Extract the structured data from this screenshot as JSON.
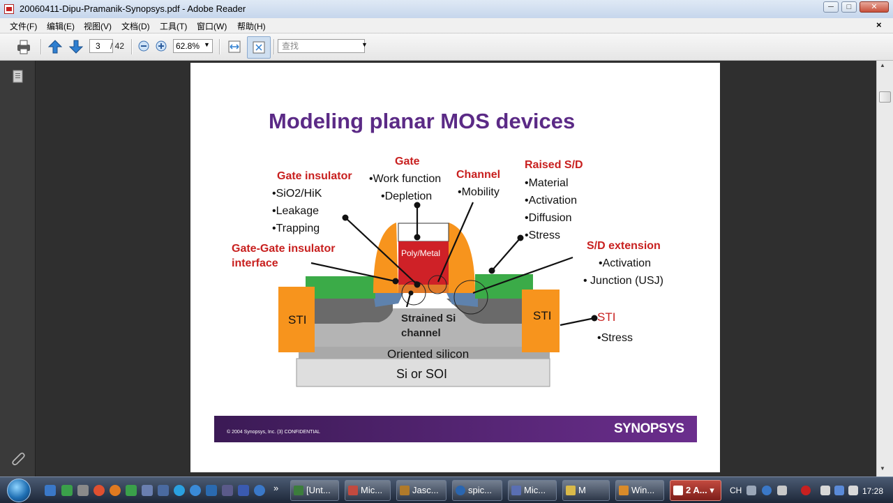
{
  "window": {
    "title": "20060411-Dipu-Pramanik-Synopsys.pdf - Adobe Reader",
    "minimize_symbol": "─",
    "maximize_symbol": "□",
    "close_symbol": "✕"
  },
  "menubar": {
    "items": [
      "文件(F)",
      "编辑(E)",
      "视图(V)",
      "文档(D)",
      "工具(T)",
      "窗口(W)",
      "帮助(H)"
    ],
    "close_symbol": "×"
  },
  "toolbar": {
    "current_page": "3",
    "page_count": "/ 42",
    "zoom": "62.8%",
    "find_placeholder": "查找",
    "icons": [
      "print-icon",
      "prev-page-icon",
      "next-page-icon",
      "zoom-out-icon",
      "zoom-in-icon",
      "fit-width-icon",
      "fit-page-icon"
    ]
  },
  "slide": {
    "title": "Modeling planar MOS devices",
    "gate_insulator": {
      "heading": "Gate insulator",
      "items": [
        "•SiO2/HiK",
        "•Leakage",
        "•Trapping"
      ]
    },
    "gate": {
      "heading": "Gate",
      "items": [
        "•Work function",
        "•Depletion"
      ]
    },
    "channel": {
      "heading": "Channel",
      "items": [
        "•Mobility"
      ]
    },
    "raised_sd": {
      "heading": "Raised S/D",
      "items": [
        "•Material",
        "•Activation",
        "•Diffusion",
        "•Stress"
      ]
    },
    "gate_interface": {
      "heading_line1": "Gate-Gate insulator",
      "heading_line2": "interface"
    },
    "sd_extension": {
      "heading": "S/D extension",
      "items": [
        "•Activation",
        "• Junction (USJ)"
      ]
    },
    "sti_callout": {
      "heading": "STI",
      "items": [
        "•Stress"
      ]
    },
    "diagram": {
      "sti_left": "STI",
      "sti_right": "STI",
      "poly_metal": "Poly/Metal",
      "strained_line1": "Strained Si",
      "strained_line2": "channel",
      "oriented": "Oriented silicon",
      "substrate": "Si or  SOI"
    },
    "footer": {
      "copyright": "© 2004 Synopsys, Inc. (3) CONFIDENTIAL",
      "logo": "SYNOPSYS"
    }
  },
  "taskbar": {
    "buttons": [
      {
        "label": "[Unt...",
        "color": "#3c7d3c"
      },
      {
        "label": "Mic...",
        "color": "#c24a3f"
      },
      {
        "label": "Jasc...",
        "color": "#b07a2a"
      },
      {
        "label": "spic...",
        "color": "#2a66b0"
      },
      {
        "label": "Mic...",
        "color": "#5a6fb3"
      },
      {
        "label": "M",
        "color": "#d9b949"
      },
      {
        "label": "Win...",
        "color": "#d98b2a"
      },
      {
        "label": "2 A...",
        "color": "#c82020"
      }
    ],
    "lang": "CH",
    "clock": "17:28",
    "overflow": "»"
  }
}
